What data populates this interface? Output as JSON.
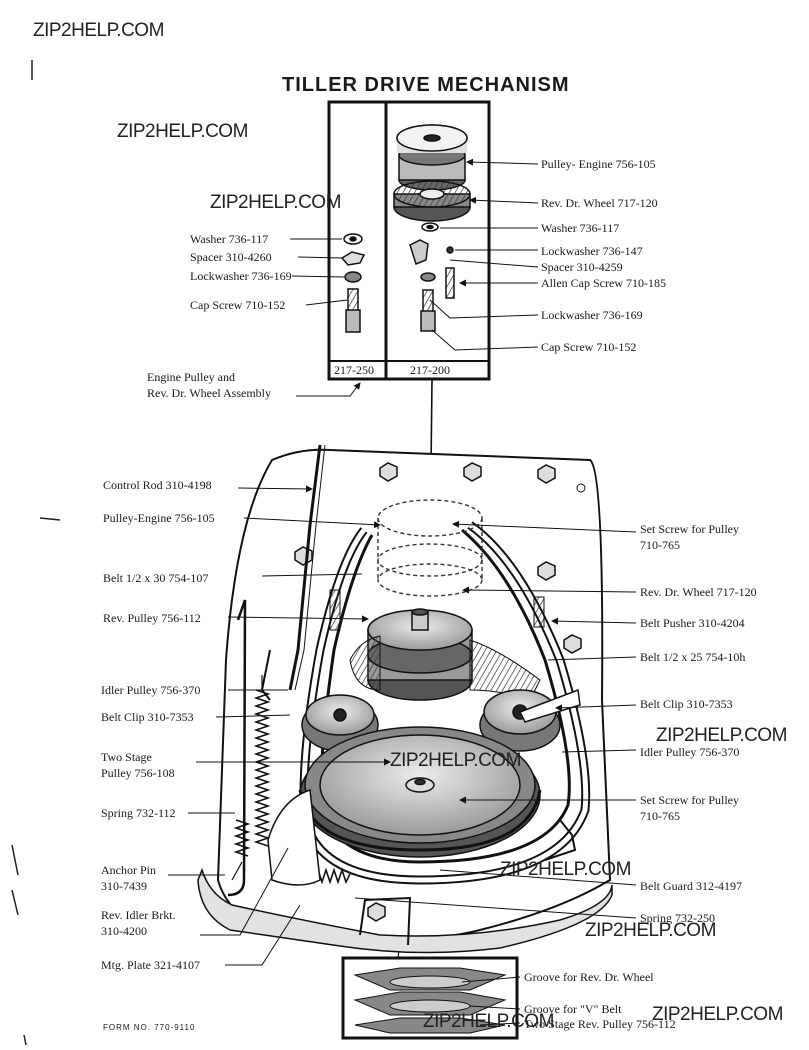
{
  "title": "TILLER DRIVE MECHANISM",
  "watermark": "ZIP2HELP.COM",
  "form_number": "FORM NO. 770-9110",
  "inset": {
    "left_part": "217-250",
    "right_part": "217-200"
  },
  "labels": {
    "left_top": {
      "washer": "Washer  736-117",
      "spacer": "Spacer  310-4260",
      "lockwasher": "Lockwasher  736-169",
      "cap_screw": "Cap Screw  710-152"
    },
    "right_top": {
      "pulley_engine": "Pulley- Engine  756-105",
      "rev_dr_wheel": "Rev. Dr. Wheel  717-120",
      "washer": "Washer  736-117",
      "lockwasher_147": "Lockwasher  736-147",
      "spacer": "Spacer  310-4259",
      "allen_cap_screw": "Allen Cap Screw  710-185",
      "lockwasher_169": "Lockwasher  736-169",
      "cap_screw": "Cap Screw  710-152"
    },
    "assembly_line1": "Engine Pulley and",
    "assembly_line2": "Rev. Dr. Wheel Assembly",
    "left": {
      "control_rod": "Control Rod  310-4198",
      "pulley_engine": "Pulley-Engine  756-105",
      "belt_30": "Belt 1/2 x 30  754-107",
      "rev_pulley": "Rev. Pulley  756-112",
      "idler_pulley": "Idler Pulley  756-370",
      "belt_clip": "Belt Clip  310-7353",
      "two_stage_1": "Two Stage",
      "two_stage_2": "Pulley  756-108",
      "spring": "Spring 732-112",
      "anchor_pin_1": "Anchor Pin",
      "anchor_pin_2": "310-7439",
      "idler_brkt_1": "Rev. Idler Brkt.",
      "idler_brkt_2": "310-4200",
      "mtg_plate": "Mtg. Plate  321-4107"
    },
    "right": {
      "set_screw_1a": "Set Screw for Pulley",
      "set_screw_1b": "710-765",
      "rev_dr_wheel": "Rev. Dr. Wheel  717-120",
      "belt_pusher": "Belt Pusher  310-4204",
      "belt_25": "Belt 1/2 x 25  754-10h",
      "belt_clip": "Belt Clip  310-7353",
      "idler_pulley": "Idler Pulley  756-370",
      "set_screw_2a": "Set Screw for Pulley",
      "set_screw_2b": "710-765",
      "belt_guard": "Belt Guard  312-4197",
      "spring": "Spring  732-250"
    },
    "bottom": {
      "groove_rev": "Groove for Rev. Dr. Wheel",
      "groove_v": "Groove for \"V\" Belt",
      "two_stage_rev": "Two Stage Rev. Pulley 756-112"
    }
  }
}
